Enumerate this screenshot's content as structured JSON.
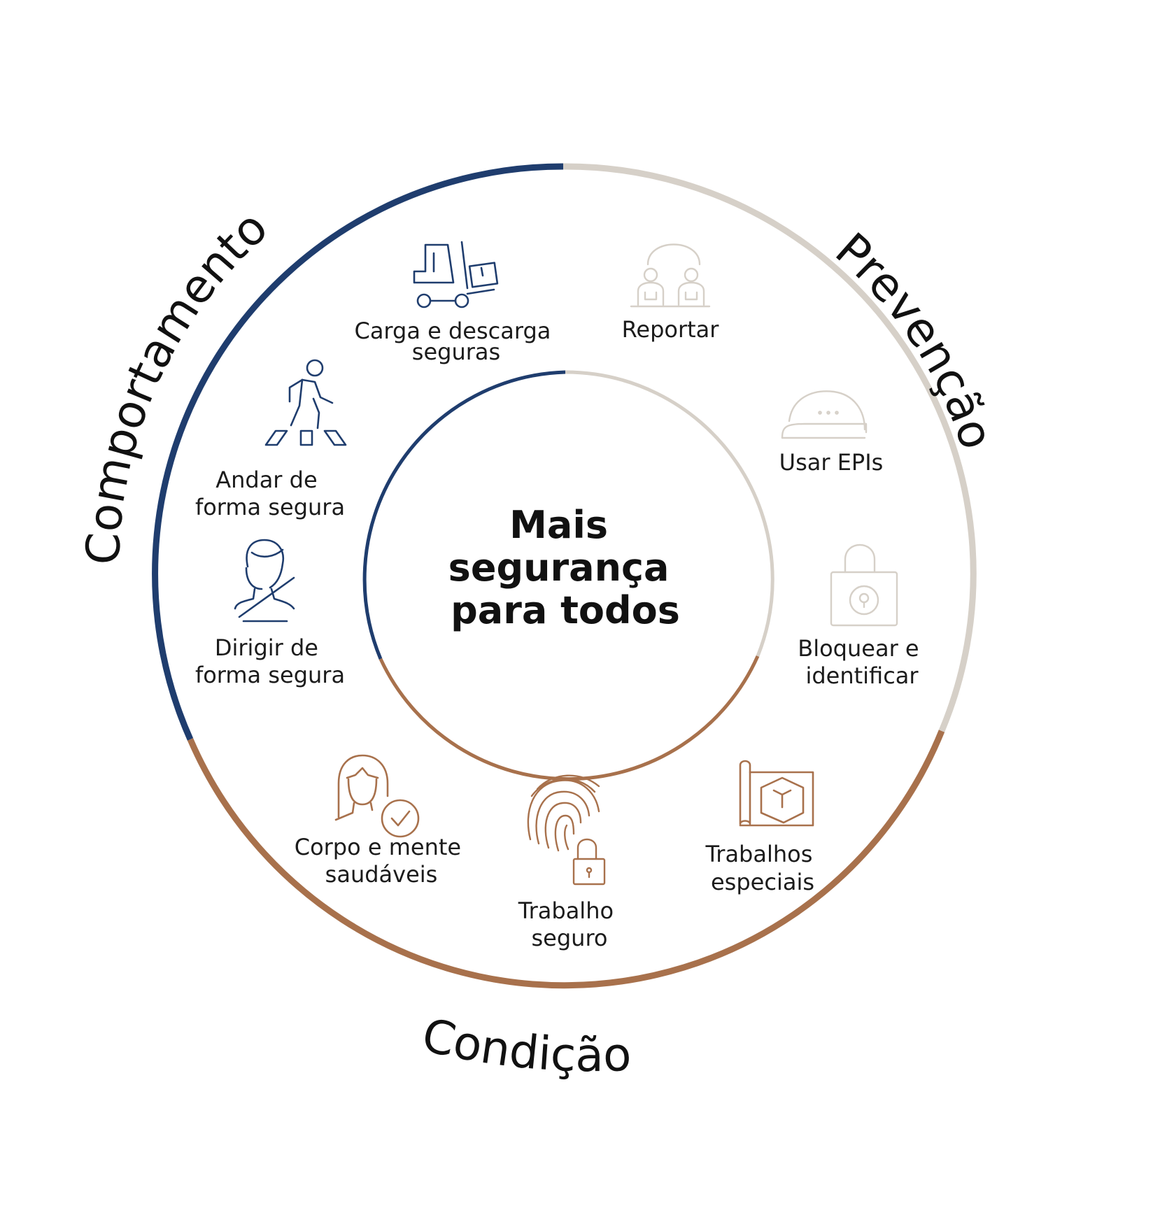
{
  "center": {
    "lines": [
      "Mais",
      "segurança",
      "para todos"
    ]
  },
  "colors": {
    "navy": "#1f3d6e",
    "gray": "#d6d0c8",
    "brown": "#a8714c",
    "text": "#1b1b1b"
  },
  "categories": {
    "comportamento": "Comportamento",
    "prevencao": "Prevenção",
    "condicao": "Condição"
  },
  "items": {
    "carga": {
      "icon": "forklift-icon",
      "lines": [
        "Carga e descarga",
        "seguras"
      ]
    },
    "reportar": {
      "icon": "people-report-icon",
      "lines": [
        "Reportar"
      ]
    },
    "epis": {
      "icon": "hard-hat-icon",
      "lines": [
        "Usar EPIs"
      ]
    },
    "bloquear": {
      "icon": "padlock-icon",
      "lines": [
        "Bloquear e",
        "identificar"
      ]
    },
    "andar": {
      "icon": "pedestrian-crossing-icon",
      "lines": [
        "Andar de",
        "forma segura"
      ]
    },
    "dirigir": {
      "icon": "driver-seatbelt-icon",
      "lines": [
        "Dirigir de",
        "forma segura"
      ]
    },
    "corpo": {
      "icon": "person-check-icon",
      "lines": [
        "Corpo e mente",
        "saudáveis"
      ]
    },
    "trabalho": {
      "icon": "fingerprint-lock-icon",
      "lines": [
        "Trabalho",
        "seguro"
      ]
    },
    "especiais": {
      "icon": "blueprint-box-icon",
      "lines": [
        "Trabalhos",
        "especiais"
      ]
    }
  }
}
